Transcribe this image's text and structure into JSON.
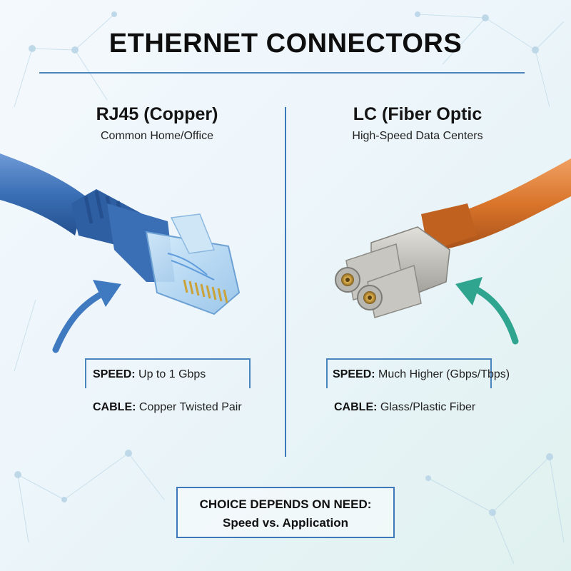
{
  "title": "ETHERNET CONNECTORS",
  "left": {
    "heading": "RJ45 (Copper)",
    "subheading": "Common Home/Office",
    "speed_label": "SPEED:",
    "speed_value": "Up to 1 Gbps",
    "cable_label": "CABLE:",
    "cable_value": "Copper Twisted Pair",
    "cable_color": "#3a6fb5",
    "arrow_color": "#3f79c0"
  },
  "right": {
    "heading": "LC (Fiber Optic",
    "subheading": "High-Speed Data Centers",
    "speed_label": "SPEED:",
    "speed_value": "Much Higher (Gbps/Tbps)",
    "cable_label": "CABLE:",
    "cable_value": "Glass/Plastic Fiber",
    "cable_color": "#d9742a",
    "arrow_color": "#2fa58f"
  },
  "footer": {
    "line1": "CHOICE DEPENDS ON NEED:",
    "line2": "Speed vs. Application"
  },
  "accent_color": "#3d79b8"
}
